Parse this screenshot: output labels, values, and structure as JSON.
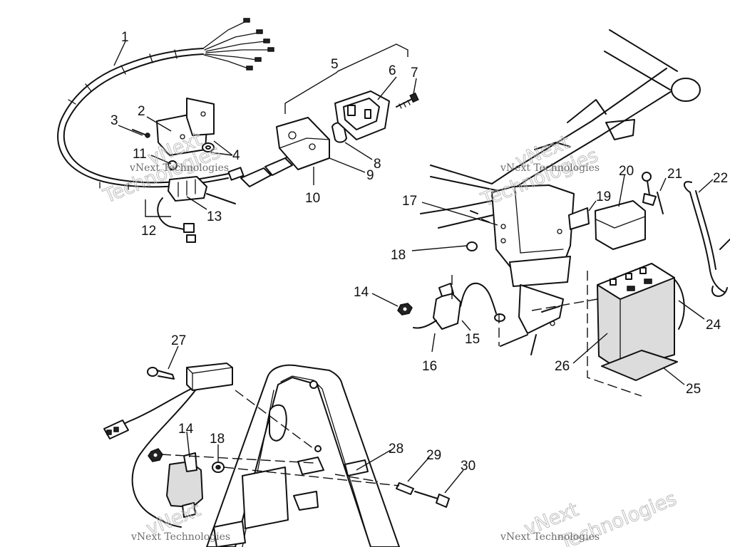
{
  "callouts": {
    "c1": "1",
    "c2": "2",
    "c3": "3",
    "c4": "4",
    "c5": "5",
    "c6": "6",
    "c7": "7",
    "c8": "8",
    "c9": "9",
    "c10": "10",
    "c11": "11",
    "c12": "12",
    "c13": "13",
    "c14a": "14",
    "c14b": "14",
    "c15": "15",
    "c16": "16",
    "c17": "17",
    "c18a": "18",
    "c18b": "18",
    "c19": "19",
    "c20": "20",
    "c21": "21",
    "c22": "22",
    "c24": "24",
    "c25": "25",
    "c26": "26",
    "c27": "27",
    "c28": "28",
    "c29": "29",
    "c30": "30"
  },
  "watermark": {
    "text": "vNext Technologies",
    "word1": "vNext",
    "word2": "Technologies"
  }
}
